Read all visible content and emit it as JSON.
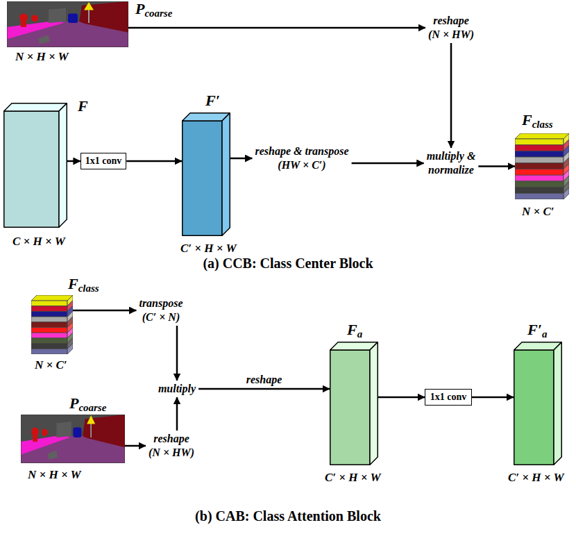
{
  "diagram": {
    "nodes": [
      {
        "text": [
          "Pcoarse",
          "N × H × W"
        ]
      },
      {
        "text": [
          "reshape (N × HW)"
        ]
      },
      {
        "text": [
          "F",
          "C × H × W"
        ]
      },
      {
        "text": [
          "1x1 conv"
        ]
      },
      {
        "text": [
          "F′",
          "C′ × H × W"
        ]
      },
      {
        "text": [
          "reshape & transpose (HW × C′)"
        ]
      },
      {
        "text": [
          "multiply & normalize"
        ]
      },
      {
        "text": [
          "Fclass",
          "N × C′"
        ]
      },
      {
        "text": [
          "Fclass",
          "N × C′"
        ]
      },
      {
        "text": [
          "transpose (C′ × N)"
        ]
      },
      {
        "text": [
          "Pcoarse",
          "N × H × W"
        ]
      },
      {
        "text": [
          "reshape (N × HW)"
        ]
      },
      {
        "text": [
          "multiply"
        ]
      },
      {
        "text": [
          "Fa",
          "C′ × H × W"
        ]
      },
      {
        "text": [
          "1x1 conv"
        ]
      },
      {
        "text": [
          "F′a",
          "C′ × H × W"
        ]
      }
    ],
    "edges": [
      {
        "from": 0,
        "to": 1,
        "arrow": "to"
      },
      {
        "from": 1,
        "to": 6,
        "arrow": "to"
      },
      {
        "from": 2,
        "to": 3,
        "arrow": "to"
      },
      {
        "from": 3,
        "to": 4,
        "arrow": "to"
      },
      {
        "from": 4,
        "to": 5,
        "arrow": "to"
      },
      {
        "from": 5,
        "to": 6,
        "arrow": "to"
      },
      {
        "from": 6,
        "to": 7,
        "arrow": "to"
      },
      {
        "from": 8,
        "to": 9,
        "arrow": "to"
      },
      {
        "from": 9,
        "to": 12,
        "arrow": "to"
      },
      {
        "from": 10,
        "to": 11,
        "arrow": "to"
      },
      {
        "from": 11,
        "to": 12,
        "arrow": "to"
      },
      {
        "from": 12,
        "to": 13,
        "label": "reshape",
        "arrow": "to"
      },
      {
        "from": 13,
        "to": 14,
        "arrow": "to"
      },
      {
        "from": 14,
        "to": 15,
        "arrow": "to"
      }
    ],
    "labels": [
      "(a) CCB: Class Center Block",
      "(b) CAB: Class Attention Block"
    ]
  }
}
